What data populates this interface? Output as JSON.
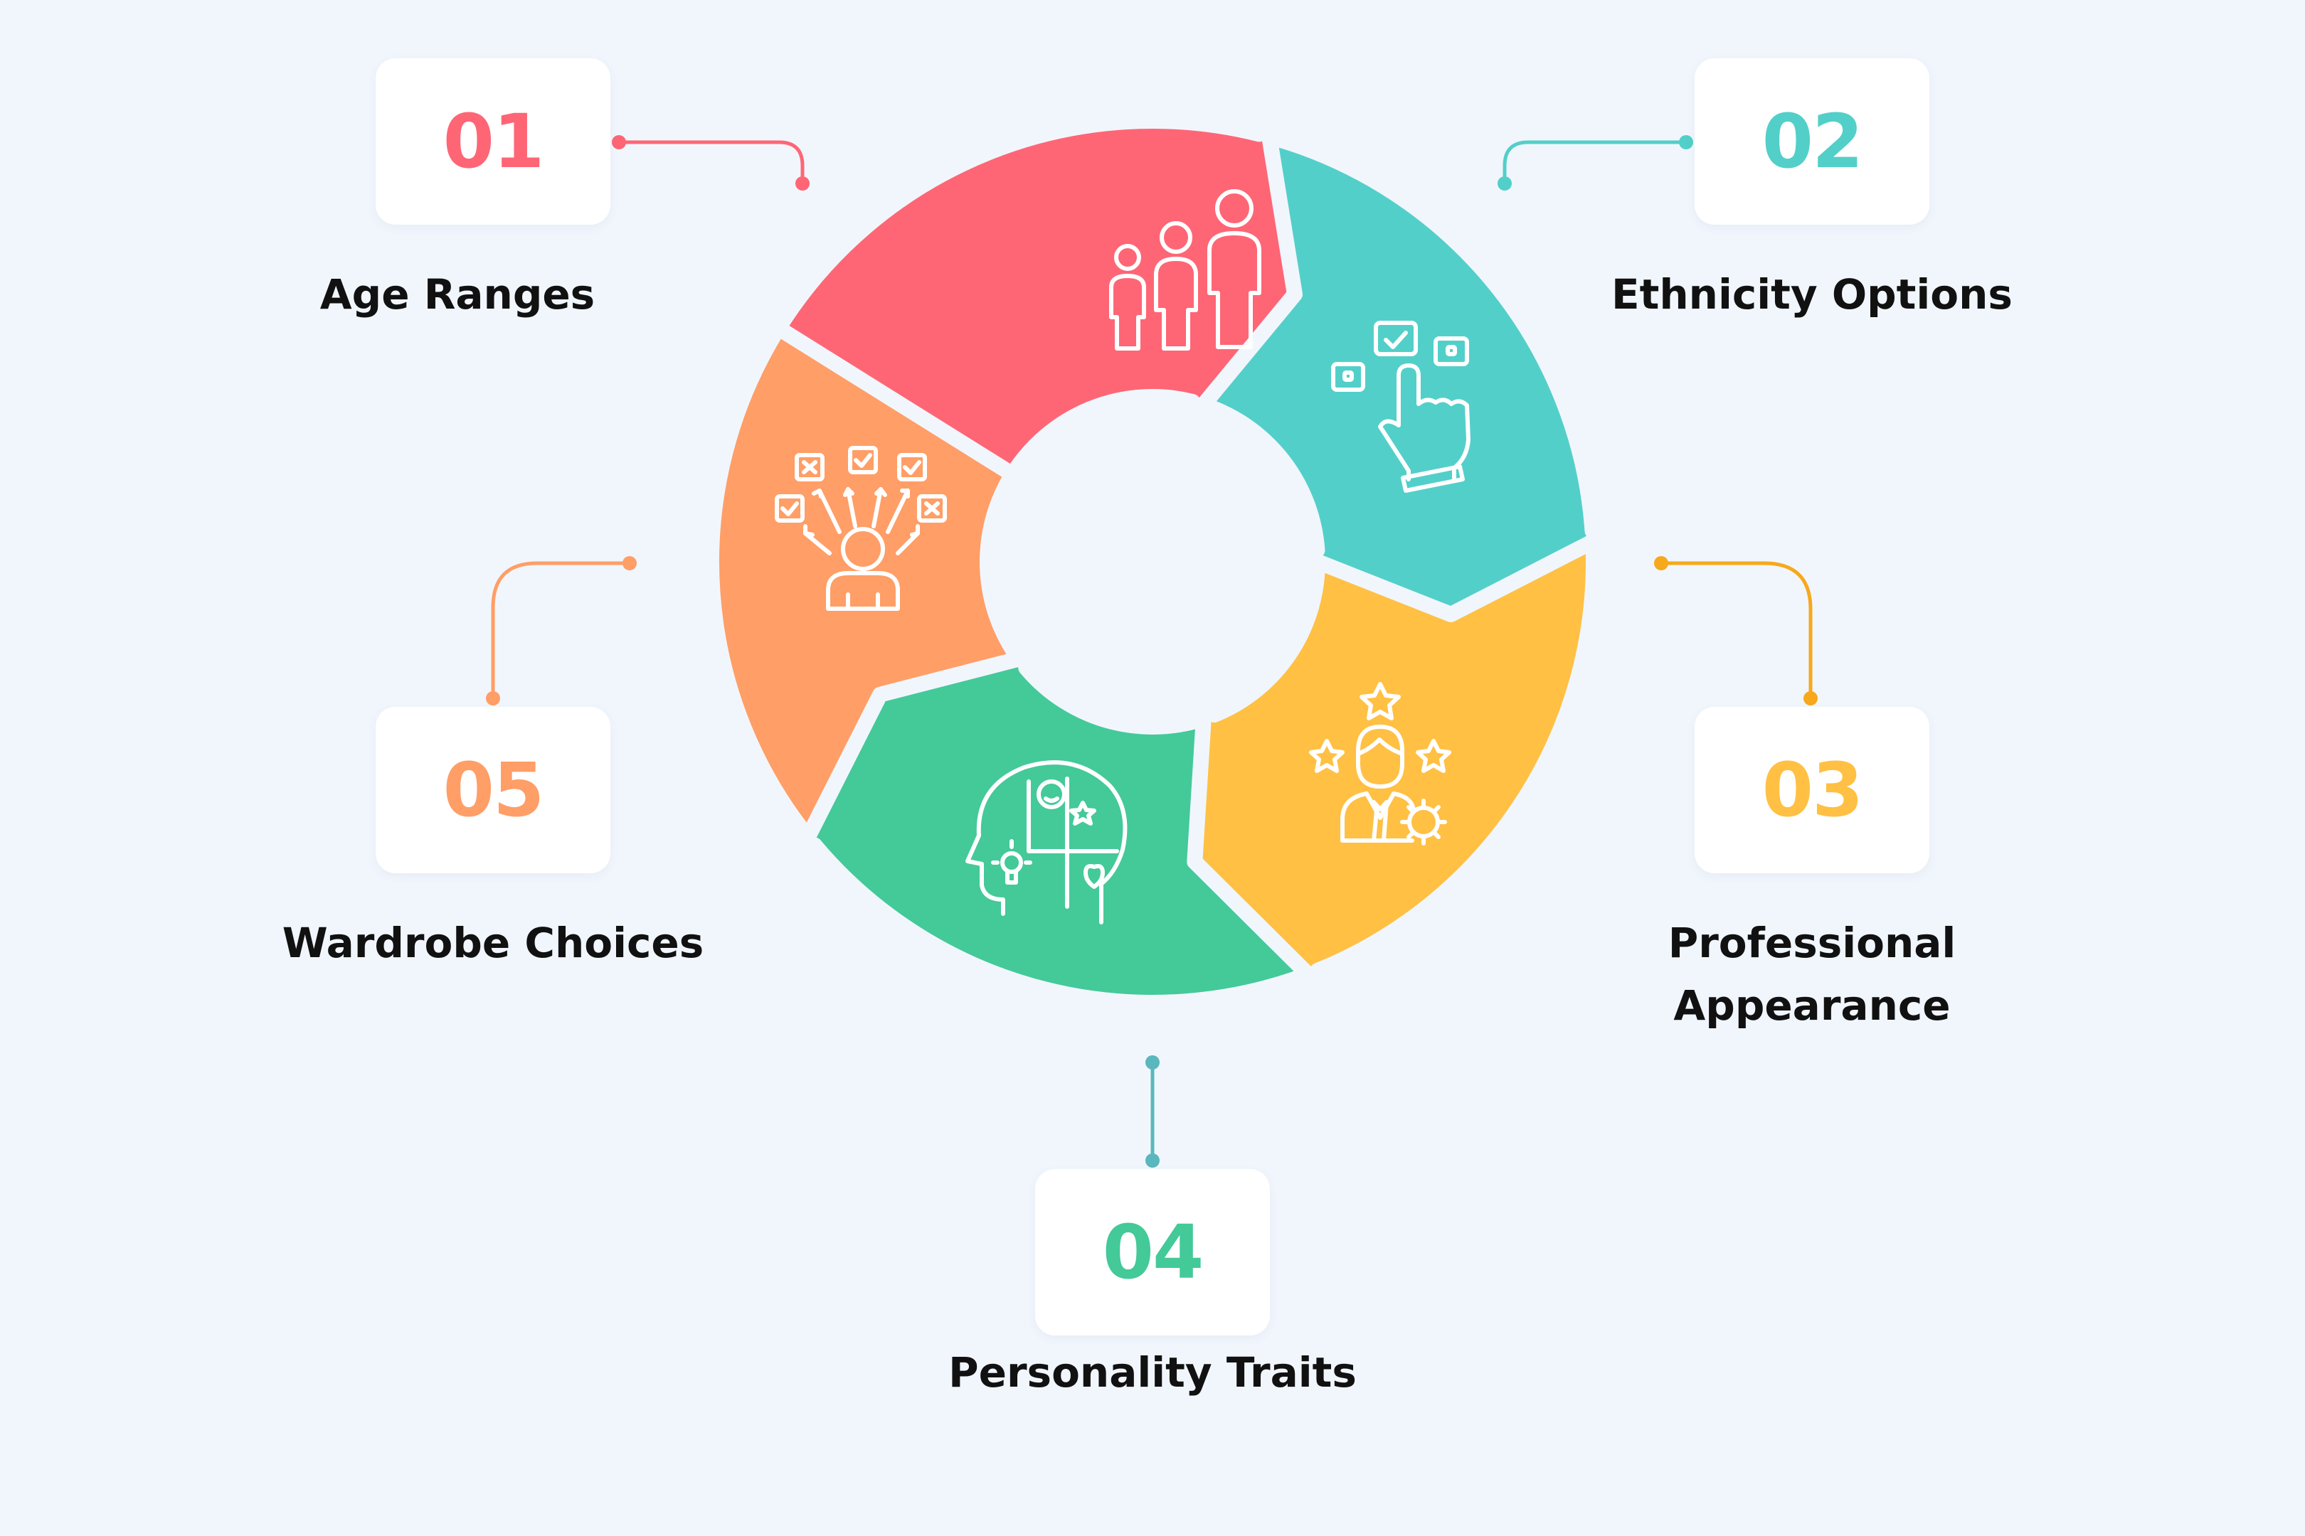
{
  "steps": [
    {
      "number": "01",
      "label": "Age Ranges",
      "color": "#fe6675",
      "icon": "family-icon"
    },
    {
      "number": "02",
      "label": "Ethnicity Options",
      "color": "#53cfc9",
      "icon": "selection-click-icon"
    },
    {
      "number": "03",
      "label": "Professional Appearance",
      "color": "#ffc043",
      "accent": "#f7a81b",
      "icon": "professional-star-icon"
    },
    {
      "number": "04",
      "label": "Personality Traits",
      "color": "#44c999",
      "accent": "#5ab7bd",
      "icon": "head-puzzle-icon"
    },
    {
      "number": "05",
      "label": "Wardrobe Choices",
      "color": "#ff9e66",
      "icon": "person-choices-icon"
    }
  ]
}
